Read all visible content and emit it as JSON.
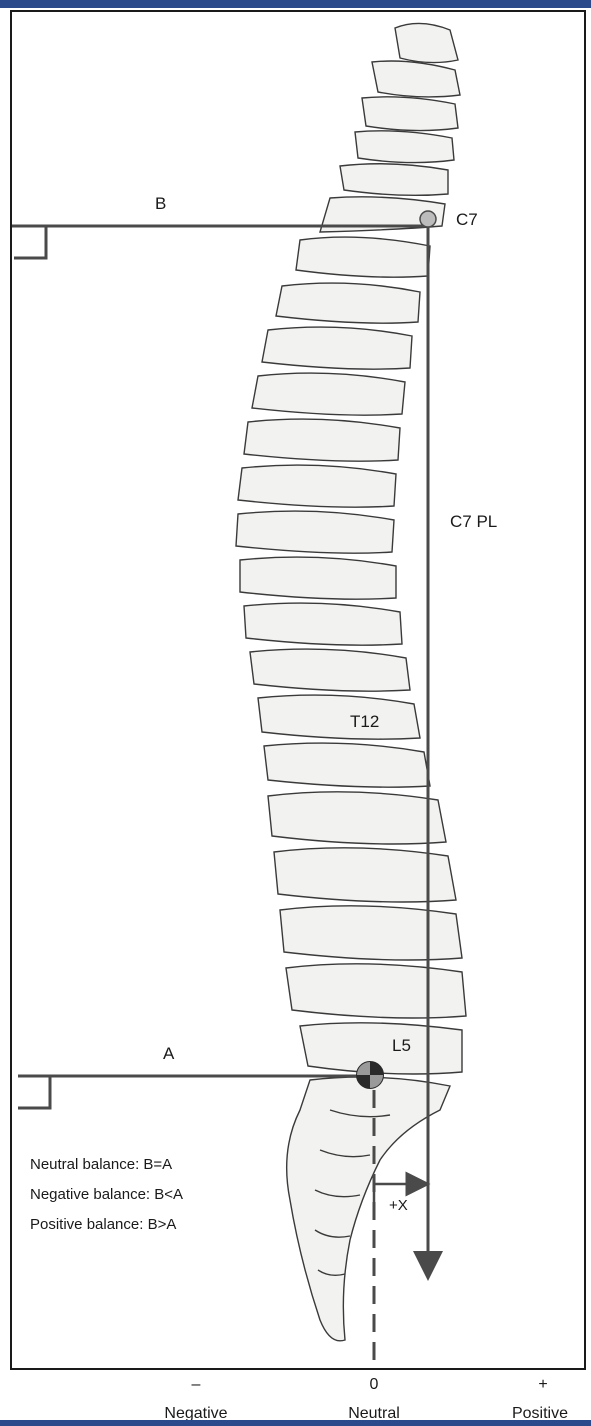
{
  "labels": {
    "b": "B",
    "a": "A",
    "c7": "C7",
    "c7_pl": "C7 PL",
    "t12": "T12",
    "l5": "L5",
    "plus_x": "+X"
  },
  "legend": [
    "Neutral balance: B=A",
    "Negative balance: B<A",
    "Positive balance: B>A"
  ],
  "axis": {
    "negative_symbol": "–",
    "neutral_symbol": "0",
    "positive_symbol": "+",
    "negative_label": "Negative",
    "neutral_label": "Neutral",
    "positive_label": "Positive"
  },
  "colors": {
    "line": "#4a4a4a",
    "bone_fill": "#f2f2f0",
    "bone_stroke": "#3a3a3a",
    "accent_band": "#2a4a8c"
  }
}
